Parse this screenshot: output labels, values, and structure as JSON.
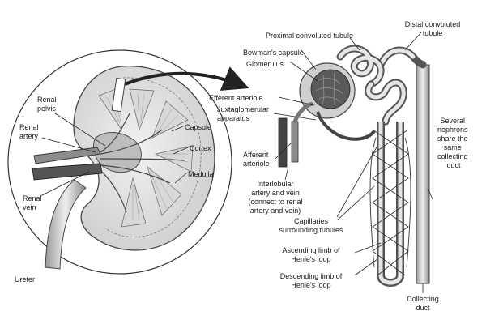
{
  "kidney_labels": {
    "renal_pelvis": [
      "Renal",
      "pelvis"
    ],
    "renal_artery": [
      "Renal",
      "artery"
    ],
    "renal_vein": [
      "Renal",
      "vein"
    ],
    "ureter": "Ureter",
    "capsule": "Capsule",
    "cortex": "Cortex",
    "medulla": "Medulla"
  },
  "nephron_labels": {
    "proximal_tubule": "Proximal convoluted tubule",
    "distal_tubule": [
      "Distal convoluted",
      "tubule"
    ],
    "bowmans_capsule": "Bowman's capsule",
    "glomerulus": "Glomerulus",
    "efferent_arteriole": "Efferent arteriole",
    "juxtaglomerular": [
      "Juxtaglomerular",
      "apparatus"
    ],
    "afferent_arteriole": [
      "Afferent",
      "arteriole"
    ],
    "interlobular": [
      "Interlobular",
      "artery and vein",
      "(connect to renal",
      "artery and vein)"
    ],
    "capillaries": [
      "Capillaries",
      "surrounding tubules"
    ],
    "ascending_limb": [
      "Ascending limb of",
      "Henle's loop"
    ],
    "descending_limb": [
      "Descending limb of",
      "Henle's loop"
    ],
    "several_nephrons": [
      "Several",
      "nephrons",
      "share the",
      "same",
      "collecting",
      "duct"
    ],
    "collecting_duct": [
      "Collecting",
      "duct"
    ]
  }
}
